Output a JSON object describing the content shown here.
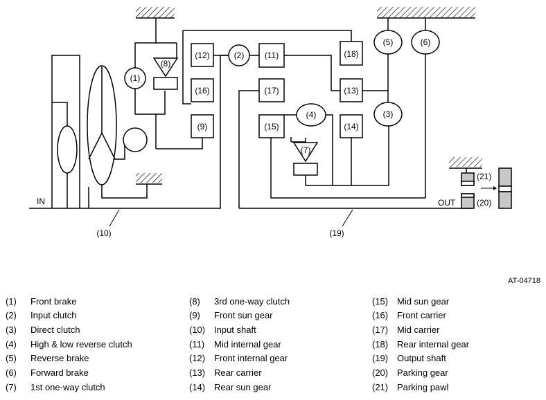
{
  "figure_id": "AT-04718",
  "diagram": {
    "in_label": "IN",
    "out_label": "OUT",
    "callouts": [
      "(1)",
      "(2)",
      "(3)",
      "(4)",
      "(5)",
      "(6)",
      "(7)",
      "(8)",
      "(9)",
      "(10)",
      "(11)",
      "(12)",
      "(13)",
      "(14)",
      "(15)",
      "(16)",
      "(17)",
      "(18)",
      "(19)",
      "(20)",
      "(21)"
    ]
  },
  "legend": {
    "col1": [
      {
        "num": "(1)",
        "text": "Front brake"
      },
      {
        "num": "(2)",
        "text": "Input clutch"
      },
      {
        "num": "(3)",
        "text": "Direct clutch"
      },
      {
        "num": "(4)",
        "text": "High & low reverse clutch"
      },
      {
        "num": "(5)",
        "text": "Reverse brake"
      },
      {
        "num": "(6)",
        "text": "Forward brake"
      },
      {
        "num": "(7)",
        "text": "1st one-way clutch"
      }
    ],
    "col2": [
      {
        "num": "(8)",
        "text": "3rd one-way clutch"
      },
      {
        "num": "(9)",
        "text": "Front sun gear"
      },
      {
        "num": "(10)",
        "text": "Input shaft"
      },
      {
        "num": "(11)",
        "text": "Mid internal gear"
      },
      {
        "num": "(12)",
        "text": "Front internal gear"
      },
      {
        "num": "(13)",
        "text": "Rear carrier"
      },
      {
        "num": "(14)",
        "text": "Rear sun gear"
      }
    ],
    "col3": [
      {
        "num": "(15)",
        "text": "Mid sun gear"
      },
      {
        "num": "(16)",
        "text": "Front carrier"
      },
      {
        "num": "(17)",
        "text": "Mid carrier"
      },
      {
        "num": "(18)",
        "text": "Rear internal gear"
      },
      {
        "num": "(19)",
        "text": "Output shaft"
      },
      {
        "num": "(20)",
        "text": "Parking gear"
      },
      {
        "num": "(21)",
        "text": "Parking pawl"
      }
    ]
  }
}
